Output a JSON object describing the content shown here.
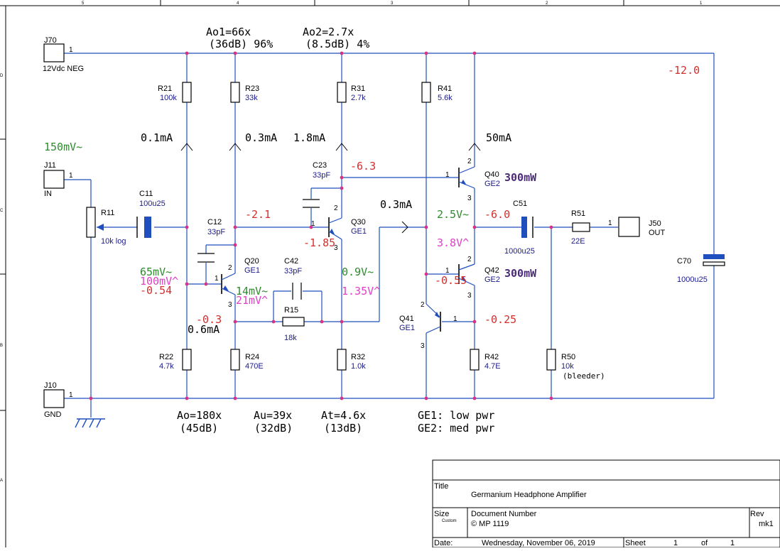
{
  "border_numbers": [
    "5",
    "4",
    "3",
    "2",
    "1"
  ],
  "border_letters": [
    "D",
    "C",
    "B",
    "A"
  ],
  "connectors": {
    "j70": {
      "ref": "J70",
      "name": "12Vdc NEG",
      "pin": "1"
    },
    "j11": {
      "ref": "J11",
      "name": "IN",
      "pin": "1"
    },
    "j10": {
      "ref": "J10",
      "name": "GND",
      "pin": "1"
    },
    "j50": {
      "ref": "J50",
      "name": "OUT",
      "pin": "1"
    }
  },
  "resistors": {
    "r21": {
      "ref": "R21",
      "value": "100k"
    },
    "r23": {
      "ref": "R23",
      "value": "33k"
    },
    "r31": {
      "ref": "R31",
      "value": "2.7k"
    },
    "r41": {
      "ref": "R41",
      "value": "5.6k"
    },
    "r11": {
      "ref": "R11",
      "value": "10k log"
    },
    "r15": {
      "ref": "R15",
      "value": "18k"
    },
    "r22": {
      "ref": "R22",
      "value": "4.7k"
    },
    "r24": {
      "ref": "R24",
      "value": "470E"
    },
    "r32": {
      "ref": "R32",
      "value": "1.0k"
    },
    "r42": {
      "ref": "R42",
      "value": "4.7E"
    },
    "r50": {
      "ref": "R50",
      "value": "10k",
      "note": "(bleeder)"
    },
    "r51": {
      "ref": "R51",
      "value": "22E"
    }
  },
  "capacitors": {
    "c11": {
      "ref": "C11",
      "value": "100u25"
    },
    "c12": {
      "ref": "C12",
      "value": "33pF"
    },
    "c23": {
      "ref": "C23",
      "value": "33pF"
    },
    "c42": {
      "ref": "C42",
      "value": "33pF"
    },
    "c51": {
      "ref": "C51",
      "value": "1000u25"
    },
    "c70": {
      "ref": "C70",
      "value": "1000u25"
    }
  },
  "transistors": {
    "q20": {
      "ref": "Q20",
      "type": "GE1"
    },
    "q30": {
      "ref": "Q30",
      "type": "GE1"
    },
    "q40": {
      "ref": "Q40",
      "type": "GE2",
      "power": "300mW"
    },
    "q41": {
      "ref": "Q41",
      "type": "GE1"
    },
    "q42": {
      "ref": "Q42",
      "type": "GE2",
      "power": "300mW"
    }
  },
  "pin_numbers": {
    "one": "1",
    "two": "2",
    "three": "3"
  },
  "annotations": {
    "ao1": "Ao1=66x",
    "ao1_sub": "(36dB) 96%",
    "ao2": "Ao2=2.7x",
    "ao2_sub": "(8.5dB) 4%",
    "i_01": "0.1mA",
    "i_03": "0.3mA",
    "i_18": "1.8mA",
    "i_50": "50mA",
    "i_03b": "0.3mA",
    "i_06": "0.6mA",
    "ao": "Ao=180x",
    "ao_sub": "(45dB)",
    "au": "Au=39x",
    "au_sub": "(32dB)",
    "at": "At=4.6x",
    "at_sub": "(13dB)",
    "ge1": "GE1: low pwr",
    "ge2": "GE2: med pwr"
  },
  "voltages": {
    "supply": "-12.0",
    "in_sig": "150mV~",
    "v63": "-6.3",
    "v21": "-2.1",
    "v185": "-1.85",
    "v60": "-6.0",
    "v25ac": "2.5V~",
    "v38ac": "3.8V^",
    "v055a": "-0.55",
    "v025": "-0.25",
    "v65ac": "65mV~",
    "v100ac": "100mV^",
    "v054": "-0.54",
    "v14ac": "14mV~",
    "v21ac": "21mV^",
    "v09ac": "0.9V~",
    "v135ac": "1.35V^",
    "v03": "-0.3"
  },
  "title_block": {
    "title_label": "Title",
    "title": "Germanium Headphone Amplifier",
    "size_label": "Size",
    "size_value": "Custom",
    "docnum_label": "Document Number",
    "docnum": "© MP 1119",
    "rev_label": "Rev",
    "rev": "mk1",
    "date_label": "Date:",
    "date": "Wednesday, November 06, 2019",
    "sheet_label": "Sheet",
    "sheet_num": "1",
    "of_label": "of",
    "sheet_total": "1"
  }
}
